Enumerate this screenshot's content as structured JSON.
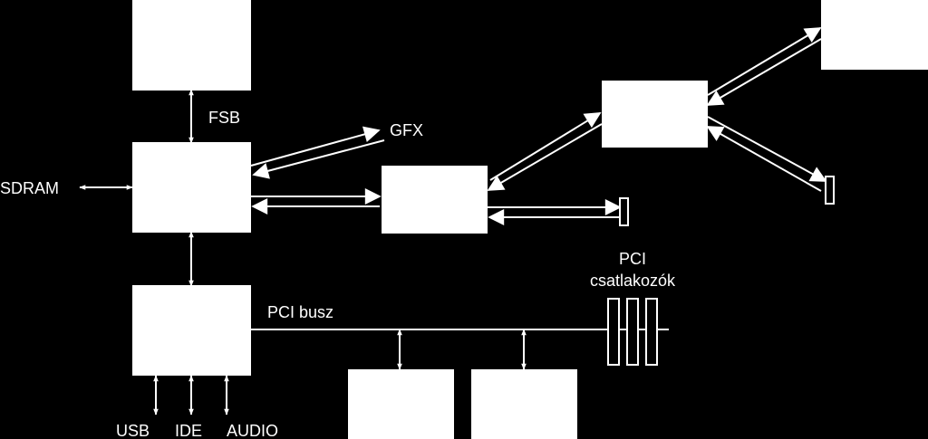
{
  "labels": {
    "fsb": "FSB",
    "gfx": "GFX",
    "sdram": "SDRAM",
    "pci_bus": "PCI busz",
    "pci_slots_line1": "PCI",
    "pci_slots_line2": "csatlakozók",
    "usb": "USB",
    "ide": "IDE",
    "audio": "AUDIO"
  },
  "colors": {
    "background": "#000000",
    "foreground": "#ffffff"
  }
}
